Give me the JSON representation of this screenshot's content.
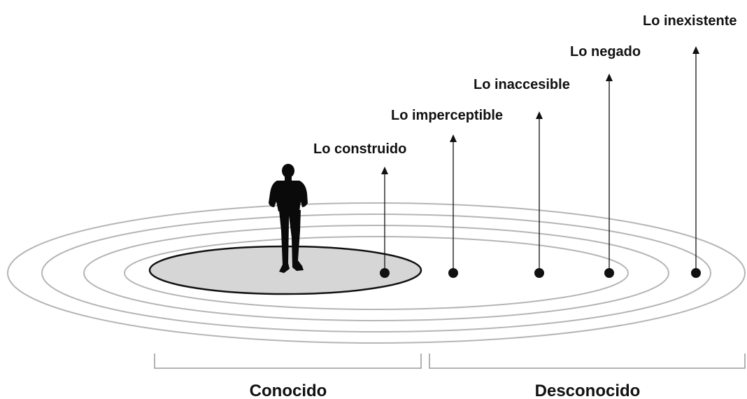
{
  "diagram": {
    "levels": [
      {
        "label": "Lo construido"
      },
      {
        "label": "Lo imperceptible"
      },
      {
        "label": "Lo inaccesible"
      },
      {
        "label": "Lo negado"
      },
      {
        "label": "Lo inexistente"
      }
    ],
    "groups": {
      "known": "Conocido",
      "unknown": "Desconocido"
    },
    "colors": {
      "ring": "#b5b5b5",
      "core_fill": "#d6d6d6",
      "core_stroke": "#111111",
      "marker": "#111111",
      "figure": "#0a0a0a",
      "bracket": "#999999"
    },
    "figure_icon": "standing-person-silhouette-icon"
  }
}
